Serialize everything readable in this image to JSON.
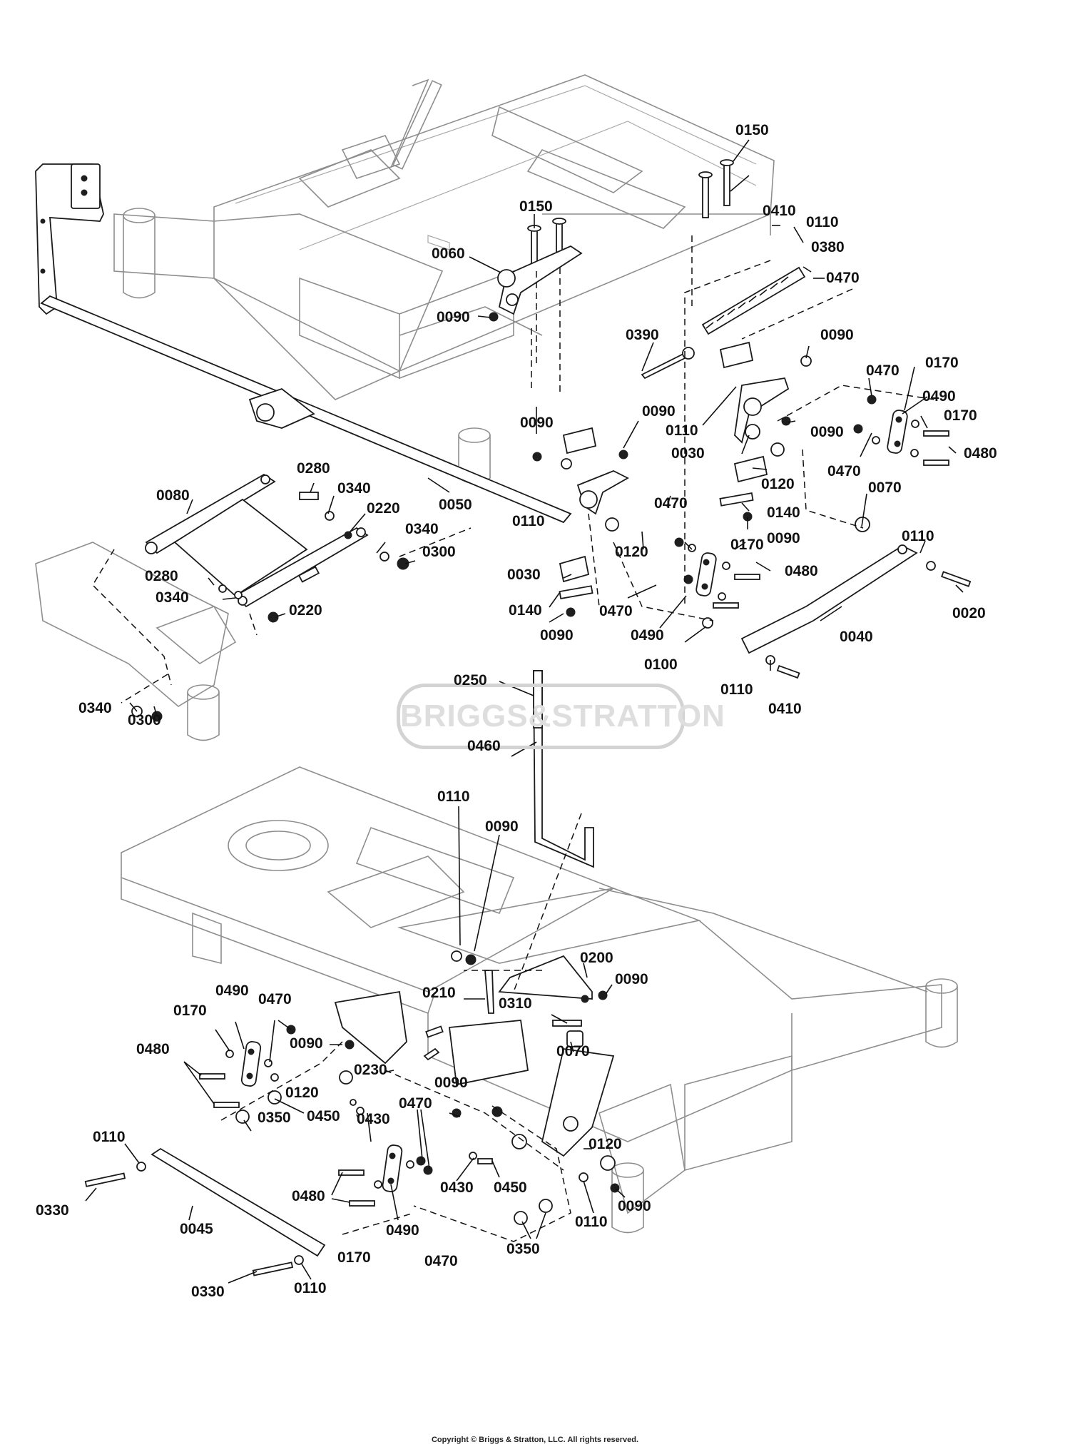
{
  "watermark": "BRIGGS&STRATTON",
  "copyright": "Copyright © Briggs & Stratton, LLC. All rights reserved.",
  "callouts": {
    "c0150a": "0150",
    "c0150b": "0150",
    "c0060": "0060",
    "c0090a": "0090",
    "c0410a": "0410",
    "c0110a": "0110",
    "c0380": "0380",
    "c0470a": "0470",
    "c0390": "0390",
    "c0090b": "0090",
    "c0470b": "0470",
    "c0170a": "0170",
    "c0490a": "0490",
    "c0170b": "0170",
    "c0480a": "0480",
    "c0470c": "0470",
    "c0090c": "0090",
    "c0110b": "0110",
    "c0090d": "0090",
    "c0030a": "0030",
    "c0120a": "0120",
    "c0140a": "0140",
    "c0090e": "0090",
    "c0070a": "0070",
    "c0090f": "0090",
    "c0110c": "0110",
    "c0470d": "0470",
    "c0170c": "0170",
    "c0120b": "0120",
    "c0480b": "0480",
    "c0030b": "0030",
    "c0140b": "0140",
    "c0470e": "0470",
    "c0090g": "0090",
    "c0490b": "0490",
    "c0100": "0100",
    "c0110d": "0110",
    "c0020": "0020",
    "c0040": "0040",
    "c0110e": "0110",
    "c0410b": "0410",
    "c0080": "0080",
    "c0280a": "0280",
    "c0340a": "0340",
    "c0220a": "0220",
    "c0050": "0050",
    "c0340b": "0340",
    "c0300a": "0300",
    "c0280b": "0280",
    "c0340c": "0340",
    "c0220b": "0220",
    "c0340d": "0340",
    "c0300b": "0300",
    "c0250": "0250",
    "c0460": "0460",
    "c0110f": "0110",
    "c0090h": "0090",
    "c0200": "0200",
    "c0090i": "0090",
    "c0210": "0210",
    "c0310": "0310",
    "c0070b": "0070",
    "c0490c": "0490",
    "c0470f": "0470",
    "c0170d": "0170",
    "c0090j": "0090",
    "c0480c": "0480",
    "c0230": "0230",
    "c0120c": "0120",
    "c0350a": "0350",
    "c0450a": "0450",
    "c0430a": "0430",
    "c0090k": "0090",
    "c0470g": "0470",
    "c0120d": "0120",
    "c0110g": "0110",
    "c0330a": "0330",
    "c0045": "0045",
    "c0480d": "0480",
    "c0490d": "0490",
    "c0430b": "0430",
    "c0450b": "0450",
    "c0090l": "0090",
    "c0110h": "0110",
    "c0350b": "0350",
    "c0170e": "0170",
    "c0470h": "0470",
    "c0330b": "0330",
    "c0110i": "0110"
  }
}
